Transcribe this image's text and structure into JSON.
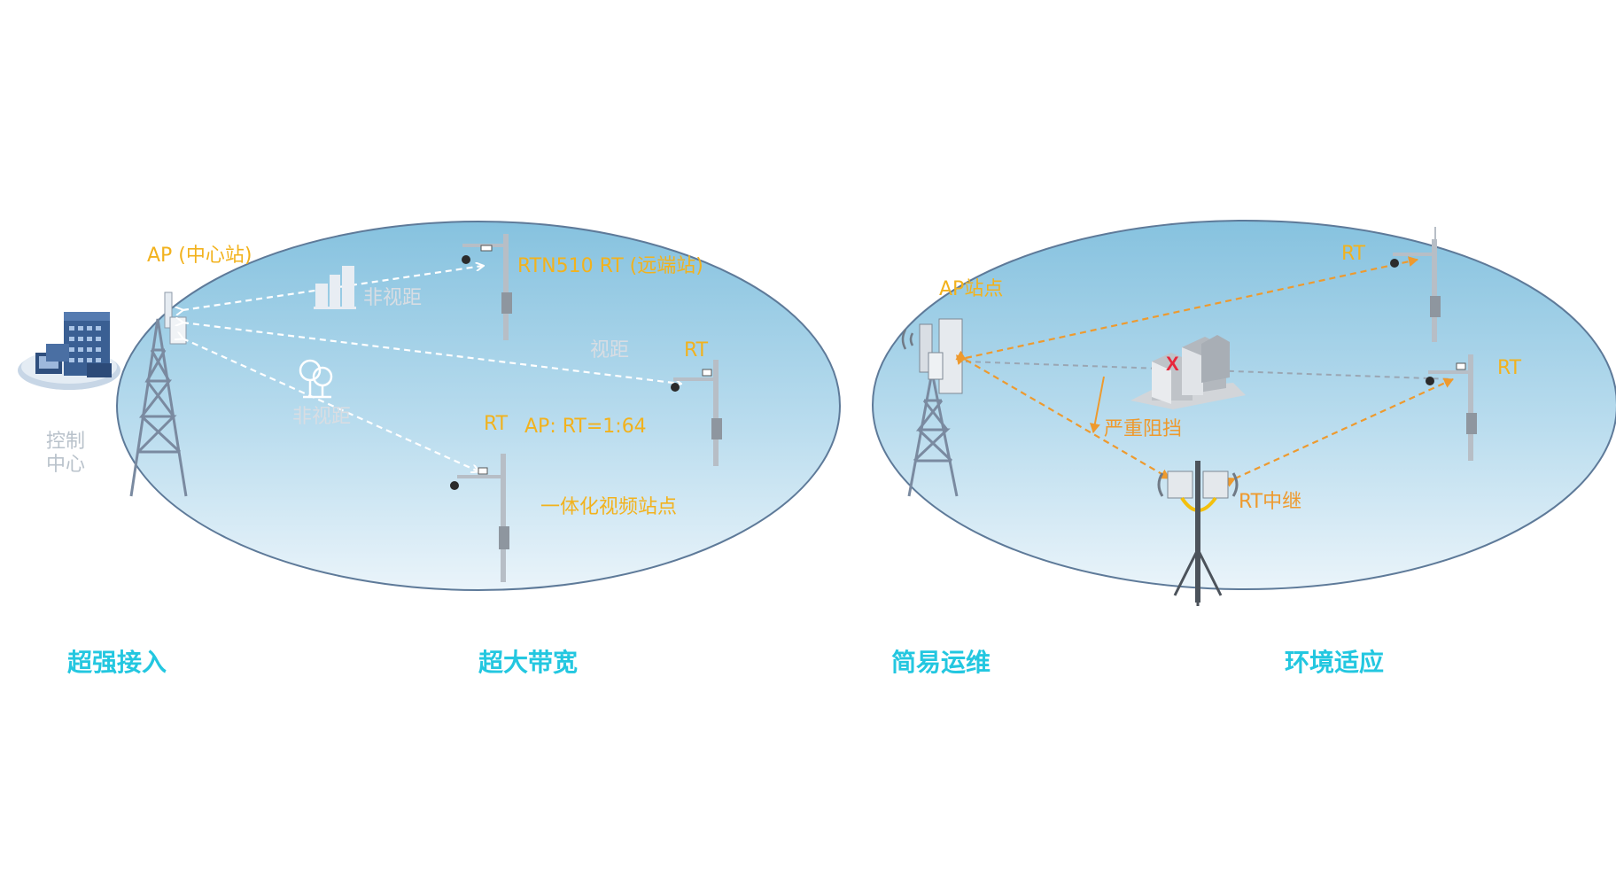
{
  "left": {
    "control_center": [
      "控制",
      "中心"
    ],
    "ap_label": "AP (中心站)",
    "rtn_label": "RTN510 RT (远端站)",
    "nlos_label_1": "非视距",
    "los_label": "视距",
    "nlos_label_2": "非视距",
    "rt_label_1": "RT",
    "rt_label_2": "RT",
    "ratio_label": "AP: RT=1:64",
    "integrated_label": "一体化视频站点"
  },
  "right": {
    "ap_label": "AP站点",
    "rt_top": "RT",
    "rt_right": "RT",
    "blocked_label": "严重阻挡",
    "relay_label": "RT中继",
    "x_mark": "X"
  },
  "features": [
    "超强接入",
    "超大带宽",
    "简易运维",
    "环境适应"
  ],
  "colors": {
    "label_orange": "#f2b21d",
    "link_orange": "#ee9a2e",
    "feature_cyan": "#23c7e0",
    "ellipse_top": "#86c2df",
    "ellipse_bottom": "#eaf4fa"
  }
}
